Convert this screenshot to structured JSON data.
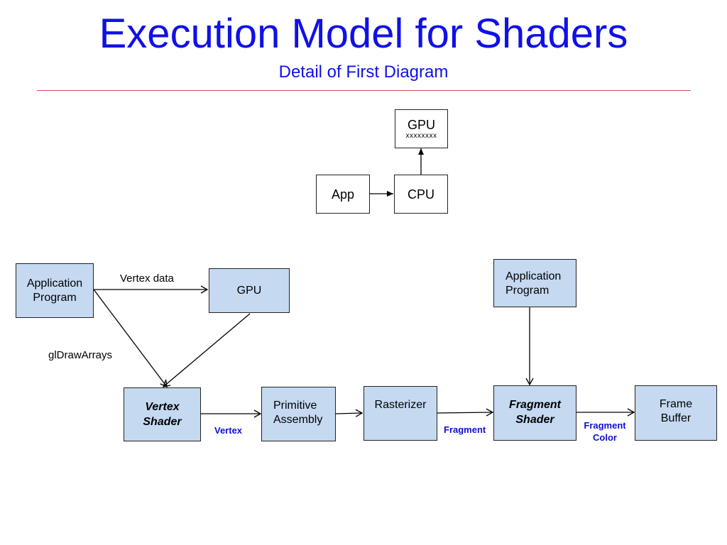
{
  "title": "Execution Model for Shaders",
  "subtitle": "Detail of First Diagram",
  "top_diagram": {
    "gpu": "GPU",
    "gpu_sub": "xxxxxxxx",
    "app": "App",
    "cpu": "CPU"
  },
  "pipeline": {
    "application_program_left": "Application\nProgram",
    "gpu": "GPU",
    "vertex_data_label": "Vertex data",
    "gldrawarrays_label": "glDrawArrays",
    "vertex_shader": "Vertex\nShader",
    "vertex_label": "Vertex",
    "primitive_assembly": "Primitive\nAssembly",
    "rasterizer": "Rasterizer",
    "fragment_label": "Fragment",
    "application_program_right": "Application\nProgram",
    "fragment_shader": "Fragment\nShader",
    "fragment_color_label": "Fragment\nColor",
    "frame_buffer": "Frame\nBuffer"
  },
  "colors": {
    "title": "#1010e8",
    "rule": "#e05050",
    "box_fill": "#c5d9f1",
    "arrow_label": "#1010d0"
  }
}
